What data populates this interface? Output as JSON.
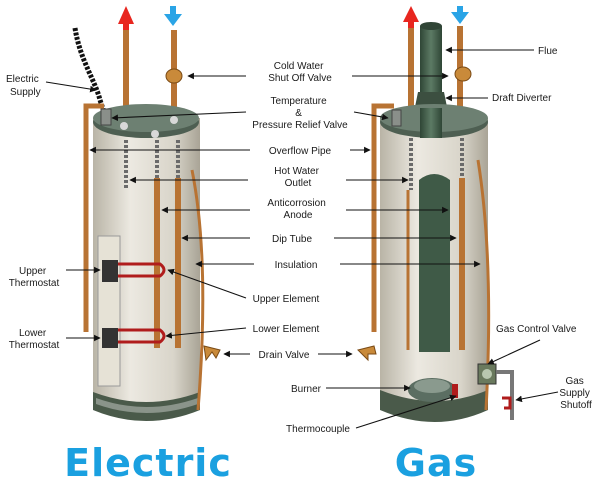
{
  "titles": {
    "electric": "Electric",
    "gas": "Gas"
  },
  "labels": {
    "electric_supply": [
      "Electric",
      "Supply"
    ],
    "cold_water_shutoff": [
      "Cold Water",
      "Shut Off Valve"
    ],
    "flue": "Flue",
    "temp_pressure_relief": [
      "Temperature",
      "&",
      "Pressure Relief Valve"
    ],
    "draft_diverter": "Draft Diverter",
    "overflow_pipe": "Overflow Pipe",
    "hot_water_outlet": [
      "Hot Water",
      "Outlet"
    ],
    "anticorrosion_anode": [
      "Anticorrosion",
      "Anode"
    ],
    "dip_tube": "Dip Tube",
    "insulation": "Insulation",
    "upper_thermostat": [
      "Upper",
      "Thermostat"
    ],
    "upper_element": "Upper Element",
    "lower_element": "Lower Element",
    "lower_thermostat": [
      "Lower",
      "Thermostat"
    ],
    "gas_control_valve": "Gas Control Valve",
    "drain_valve": "Drain Valve",
    "gas_supply_shutoff": [
      "Gas",
      "Supply",
      "Shutoff"
    ],
    "burner": "Burner",
    "thermocouple": "Thermocouple"
  },
  "colors": {
    "hot_arrow": "#e8261f",
    "cold_arrow": "#2aa4e6",
    "title": "#1aa0e0",
    "pipe": "#b87333",
    "tank": "#dcd8ce",
    "tank_band": "#4a5a4a",
    "anode_gas": "#3f5a47"
  }
}
